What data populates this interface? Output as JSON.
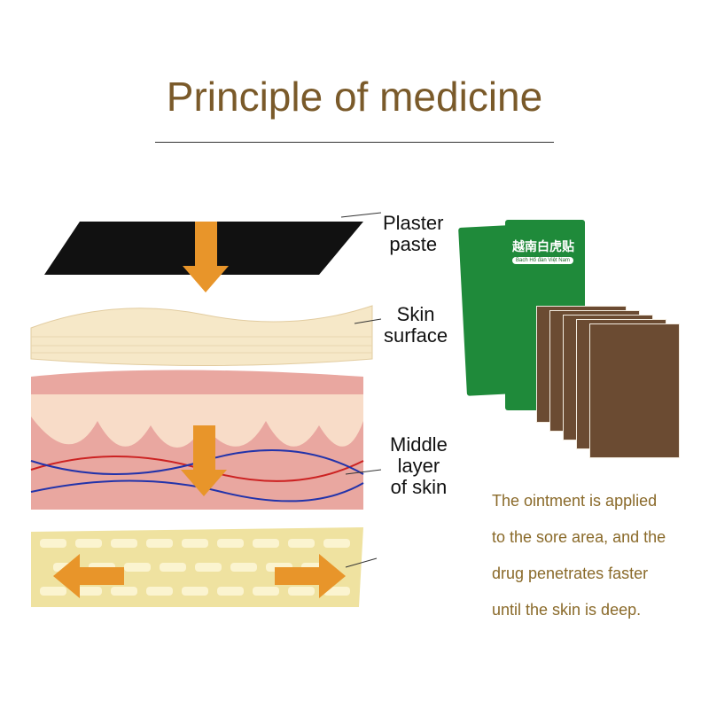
{
  "title": "Principle of medicine",
  "labels": {
    "plaster": "Plaster\npaste",
    "skin": "Skin\nsurface",
    "middle": "Middle\nlayer\nof skin"
  },
  "description": [
    "The ointment is applied",
    "to the sore area, and the",
    "drug penetrates faster",
    "until the skin is deep."
  ],
  "packet": {
    "chinese": "越南白虎贴",
    "latin": "Bach Hổ đàn Việt Nam"
  },
  "colors": {
    "title": "#7a5a2a",
    "packet": "#1f8a3a",
    "patch": "#6b4b32",
    "arrow": "#e8952a"
  }
}
